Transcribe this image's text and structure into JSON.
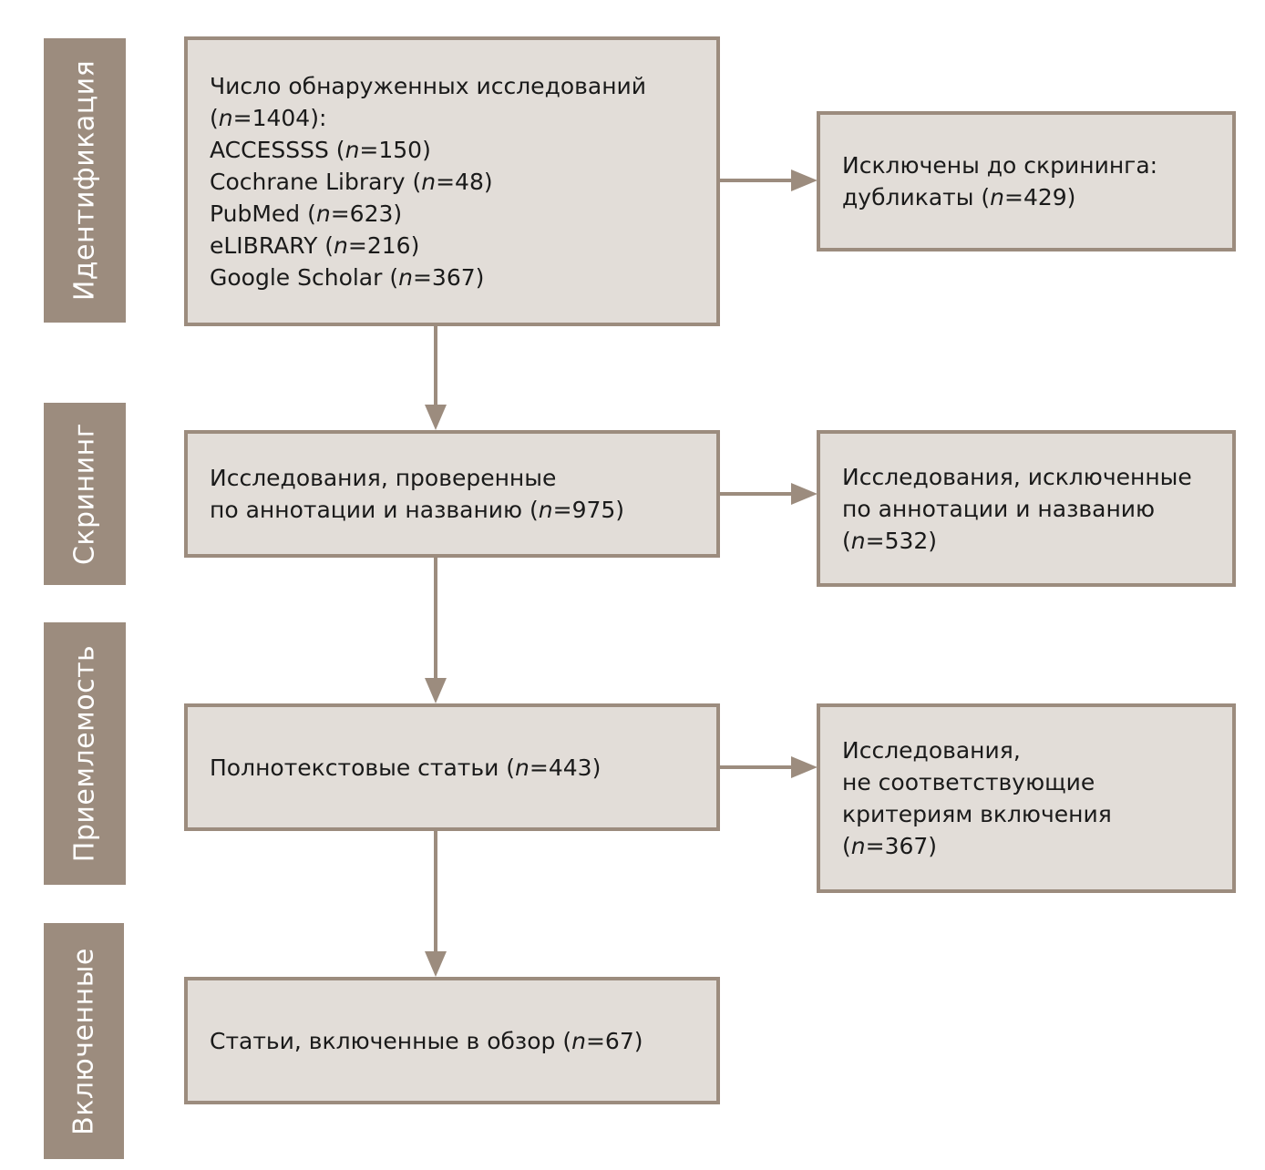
{
  "stages": [
    {
      "label": "Идентификация"
    },
    {
      "label": "Скрининг"
    },
    {
      "label": "Приемлемость"
    },
    {
      "label": "Включенные"
    }
  ],
  "boxes": {
    "identified": {
      "lines": [
        {
          "pre": "Число обнаруженных исследований",
          "n": "",
          "post": ""
        },
        {
          "pre": "(",
          "n": "n",
          "post": "=1404):"
        },
        {
          "pre": "ACCESSSS (",
          "n": "n",
          "post": "=150)"
        },
        {
          "pre": "Cochrane Library (",
          "n": "n",
          "post": "=48)"
        },
        {
          "pre": "PubMed (",
          "n": "n",
          "post": "=623)"
        },
        {
          "pre": "eLIBRARY (",
          "n": "n",
          "post": "=216)"
        },
        {
          "pre": "Google Scholar (",
          "n": "n",
          "post": "=367)"
        }
      ]
    },
    "duplicates": {
      "lines": [
        {
          "pre": "Исключены до скрининга:",
          "n": "",
          "post": ""
        },
        {
          "pre": "дубликаты (",
          "n": "n",
          "post": "=429)"
        }
      ]
    },
    "screened": {
      "lines": [
        {
          "pre": "Исследования, проверенные",
          "n": "",
          "post": ""
        },
        {
          "pre": "по аннотации и названию (",
          "n": "n",
          "post": "=975)"
        }
      ]
    },
    "excluded_screening": {
      "lines": [
        {
          "pre": "Исследования, исключенные",
          "n": "",
          "post": ""
        },
        {
          "pre": "по аннотации и названию",
          "n": "",
          "post": ""
        },
        {
          "pre": "(",
          "n": "n",
          "post": "=532)"
        }
      ]
    },
    "fulltext": {
      "lines": [
        {
          "pre": "Полнотекстовые статьи (",
          "n": "n",
          "post": "=443)"
        }
      ]
    },
    "excluded_eligibility": {
      "lines": [
        {
          "pre": "Исследования,",
          "n": "",
          "post": ""
        },
        {
          "pre": "не соответствующие",
          "n": "",
          "post": ""
        },
        {
          "pre": "критериям включения",
          "n": "",
          "post": ""
        },
        {
          "pre": "(",
          "n": "n",
          "post": "=367)"
        }
      ]
    },
    "included": {
      "lines": [
        {
          "pre": "Статьи, включенные в обзор (",
          "n": "n",
          "post": "=67)"
        }
      ]
    }
  },
  "colors": {
    "stage_fill": "#9c8c7e",
    "box_fill": "#e2ddd8",
    "box_border": "#9c8c7e",
    "arrow": "#9c8c7e",
    "stage_text": "#ffffff",
    "box_text": "#1a1a1a"
  }
}
